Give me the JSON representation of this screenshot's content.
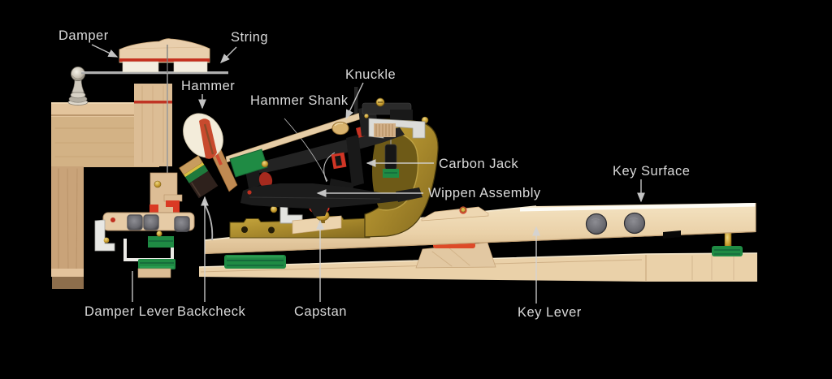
{
  "labels": {
    "damper": "Damper",
    "string": "String",
    "hammer": "Hammer",
    "hammer_shank": "Hammer Shank",
    "knuckle": "Knuckle",
    "carbon_jack": "Carbon Jack",
    "wippen_assembly": "Wippen Assembly",
    "key_surface": "Key Surface",
    "damper_lever": "Damper Lever",
    "backcheck": "Backcheck",
    "capstan": "Capstan",
    "key_lever": "Key Lever"
  },
  "palette": {
    "background": "#000000",
    "label_text": "#d9d9d9",
    "pointer_line": "#d4d4d4",
    "wood_light": "#ecd5ae",
    "wood_mid": "#d3b285",
    "gold_bracket": "#ab8c2e",
    "black_composite": "#1c1c1c",
    "green_felt": "#1f8b44",
    "red_felt": "#d03525",
    "brass": "#c79c2d",
    "hammer_felt": "#f3ecda",
    "lead_weight": "#97979b",
    "silver_metal": "#dcdcd8",
    "string_gray": "#a8a8a8"
  }
}
